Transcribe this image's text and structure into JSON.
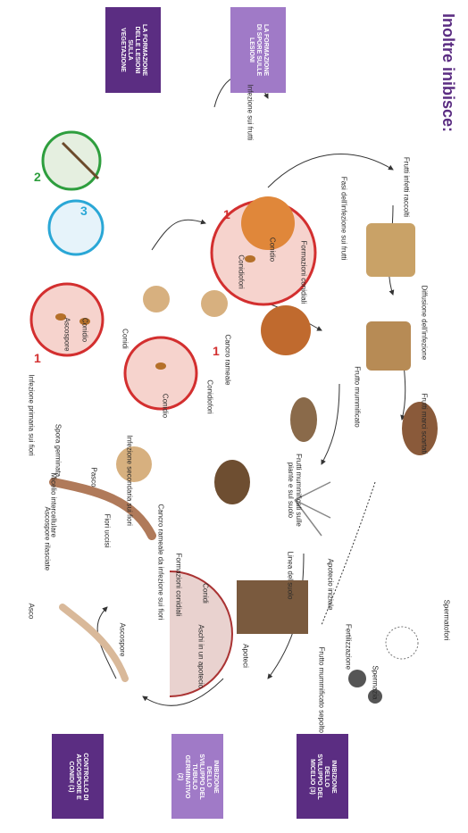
{
  "title": "Inoltre inibisce:",
  "colors": {
    "dark_purple": "#5b2d82",
    "light_purple": "#a07ac7",
    "red": "#d32f2f",
    "green": "#2e9e3e",
    "blue": "#2aa7d6"
  },
  "top_boxes": [
    {
      "text": "LA FORMAZIONE DELLE LESIONI SULLA VEGETAZIONE"
    },
    {
      "text": "LA FORMAZIONE DI SPORE SULLE LESIONI"
    }
  ],
  "bottom_boxes": [
    {
      "text": "CONTROLLO DI ASCOSPORE E CONIDI (1)"
    },
    {
      "text": "INIBIZIONE DELLO SVILUPPO DEL TUBULO GERMINATIVO (2)"
    },
    {
      "text": "INIBIZIONE DELLO SVILUPPO DEL MICELIO (3)"
    }
  ],
  "markers": {
    "one": "1",
    "two": "2",
    "three": "3"
  },
  "labels": {
    "ascospore_rilasciate": "Ascospore rilasciate",
    "asco": "Asco",
    "ascospore": "Ascospore",
    "ascospore_circle": "Ascospore",
    "conidio_circle1": "Conidio",
    "conidi1": "Conidi",
    "infezione_primaria": "Infezione primaria sui fiori",
    "spora_germinata": "Spora germinata",
    "pasco": "Pasco",
    "micelio": "Micelio intercellulare",
    "fiori_uccisi": "Fiori uccisi",
    "infezione_secondaria": "Infezione secondaria sui fiori",
    "conidio_circle2": "Conidio",
    "conidiofori1": "Conidiofori",
    "cancro_rameale_infezione": "Cancro rameale da infezione sui fiori",
    "formazioni_conidiali1": "Formazioni conidiali",
    "conidi2": "Conidi",
    "cancro_rameale": "Cancro rameale",
    "infezione_frutti": "Infezione sui frutti",
    "conidiofori2": "Conidiofori",
    "conidio3": "Conidio",
    "formazioni_conidiali2": "Formazioni conidiali",
    "fasi_infezione": "Fasi dell'infezione sui frutti",
    "frutti_infetti": "Frutti infetti raccolti",
    "diffusione": "Diffusione dell'infezione",
    "frutti_marci": "Frutti marci scartati",
    "frutto_mummificato": "Frutto mummificato",
    "frutti_mummificati_piante": "Frutti mummificati sulle piante e sul suolo",
    "aschi": "Aschi in un apotecio",
    "apoteci": "Apoteci",
    "linea_suolo": "Linea del suolo",
    "apotecio_iniziale": "Apotecio iniziale",
    "frutto_sepolto": "Frutto mummificato sepolto",
    "fertilizzazione": "Fertilizzazione",
    "spermazia": "Spermazia",
    "spermatofori": "Spermatofori"
  }
}
